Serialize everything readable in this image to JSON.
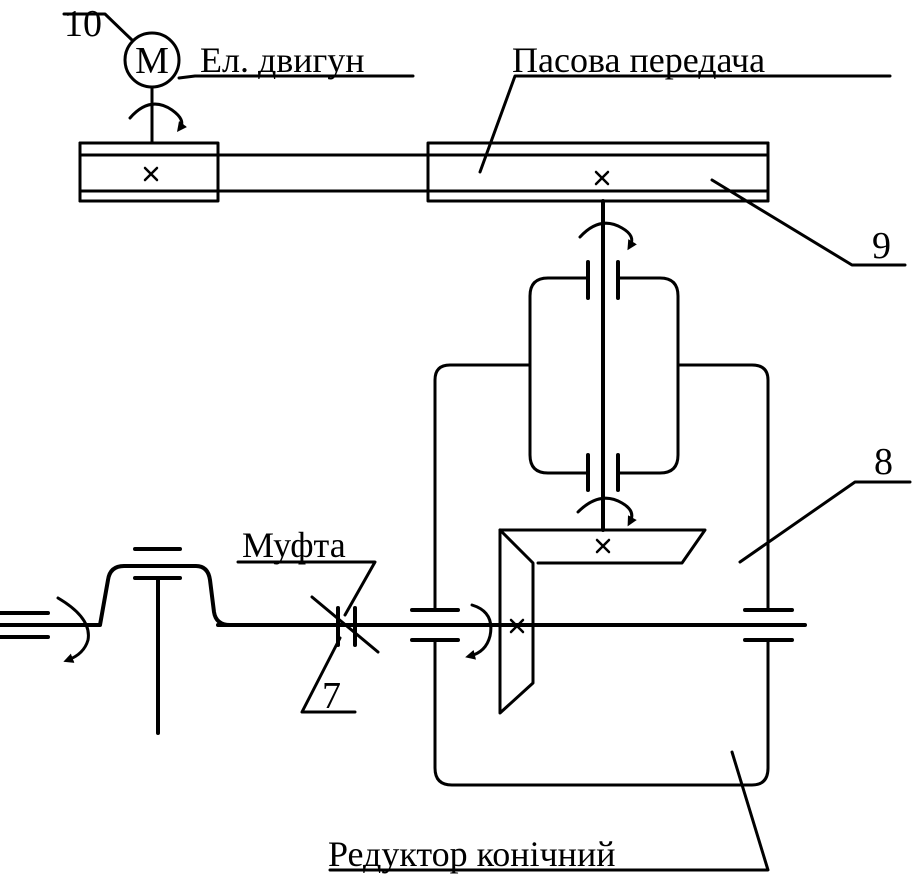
{
  "labels": {
    "motor_symbol": "M",
    "motor": "Ел. двигун",
    "belt_drive": "Пасова передача",
    "coupling": "Муфта",
    "reducer": "Редуктор конічний"
  },
  "numbers": {
    "motor": "10",
    "belt": "9",
    "reducer": "8",
    "coupling": "7"
  }
}
